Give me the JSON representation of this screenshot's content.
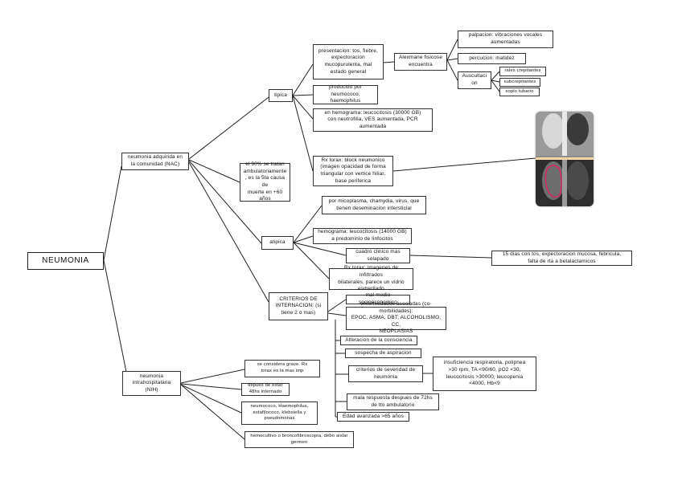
{
  "root": "NEUMONIA",
  "nac": "neumonia adquirida en\nla comunidad (NAC)",
  "nih": "neumonia\nintrahospitalaria\n(NIH)",
  "ambulatorio": "el 90% se tratan\nambulatoriamente\n, es la 5ta causa de\nmuerte en +60\naños",
  "tipica": "tipica",
  "atipica": "atipica",
  "criterios": "CRITERIOS DE\nINTERNACION: (si\ntiene 2 o mas)",
  "presentacion": "presentacion: tos, fiebre,\nexpectoracion\nmucopurulenta, mal\nestado general",
  "examen": "Alexmane fisicose\nencuentra",
  "palpacion": "palpacion: vibraciones vocales\naumentadas",
  "percusion": "percucion: matidez",
  "auscultacion": "Auscultaci\non",
  "rales": "rales crepitantes",
  "subcrepitantes": "subcrepitantes",
  "soplo": "soplo tubario",
  "producido": "producido por neumococo,\nhaemophilus",
  "hemograma_tipica": "en hemograma: leucocitosis (30000 GB)\ncon neutrofilia, VES aumentada, PCR\naumentada",
  "rx_tipica": "Rx torax: block neumonico\n(imagen opacidad de forma\ntriangular con vertice hiliar,\nbase periferica",
  "micoplasma": "por micoplasma, chamydia, virus. que\ntienen deseminacion intersticial",
  "hemograma_atipica": "hemograma: leucocitosis (14000 GB)\na predominio de linfocitos",
  "cuadro": "cuadro clinico mas\nsolapado",
  "cuadro_detalle": "15 dias con tos, expectoracion mucosa, febricula,\nfalta de rta a betalactamicos",
  "rx_atipica": "Rx torax: imagenes de infiltrados\nbilaterales, parece un vidrio\nesmerilado",
  "criterio_items": [
    "mal medio socioeconomico",
    "enfermedades asociadas (co-morbilidades):\nEPOC, ASMA, DBT, ALCOHOLISMO, CC,\nNEOPLASIAS",
    "Alteracion de la consciencia",
    "sospecha de aspiracion",
    "criterios de severidad de\nneumonia",
    "mala respuesta despues de 72hs\nde tto ambulatorio",
    "Edad avanzada >65 años"
  ],
  "severidad": "insuficiencia respiratoria, polipnea\n>30 rpm, TA <90/60, pO2 <30,\nleucocitosis >30000, leucopenia\n<4000, Hb<9",
  "nih_items": [
    "se considera grave. Rx\ntorax es la mas imp",
    "dspues de estar\n48hs internado",
    "neumococo, Haemophilus,\nestafilococo, klebsiella y\npseudomonas",
    "hemocultivo o broncofibroscopia, debo aislar\ngermen"
  ]
}
